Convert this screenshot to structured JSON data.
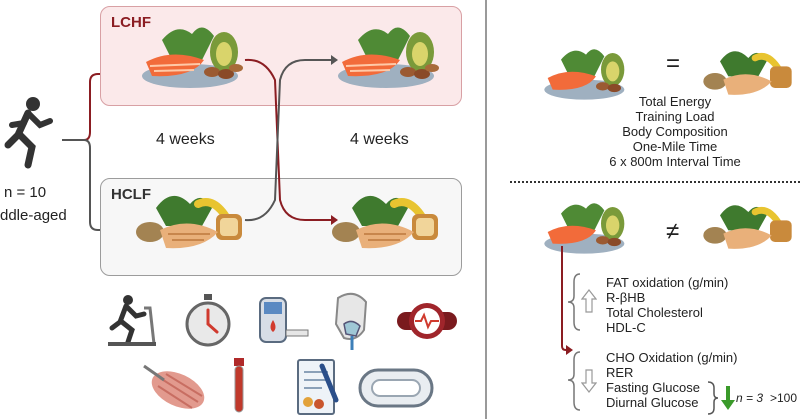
{
  "subjects": {
    "n_line": "n = 10",
    "age_line": "ddle-aged"
  },
  "arms": {
    "lchf_label": "LCHF",
    "hclf_label": "HCLF",
    "period1": "4 weeks",
    "period2": "4 weeks"
  },
  "equal_panel": {
    "symbol": "=",
    "items": [
      "Total Energy",
      "Training Load",
      "Body Composition",
      "One-Mile Time",
      "6 x 800m Interval Time"
    ]
  },
  "differ_panel": {
    "symbol": "≠",
    "increased": [
      "FAT oxidation (g/min)",
      "R-βHB",
      "Total Cholesterol",
      "HDL-C"
    ],
    "decreased": [
      "CHO Oxidation (g/min)",
      "RER",
      "Fasting Glucose",
      "Diurnal Glucose"
    ],
    "subgroup_n": "n = 3",
    "subgroup_value": ">100 n"
  },
  "colors": {
    "lchf": "#8b1d22",
    "hclf": "#555555",
    "panel_lchf_bg": "#fbe9ea",
    "arrow_green": "#3a9a2a"
  },
  "icons": [
    "runner-icon",
    "treadmill-icon",
    "stopwatch-icon",
    "glucose-meter-icon",
    "gas-analysis-mask-icon",
    "heart-rate-monitor-icon",
    "muscle-biopsy-icon",
    "blood-tube-icon",
    "food-diary-icon",
    "glucose-sensor-icon"
  ]
}
